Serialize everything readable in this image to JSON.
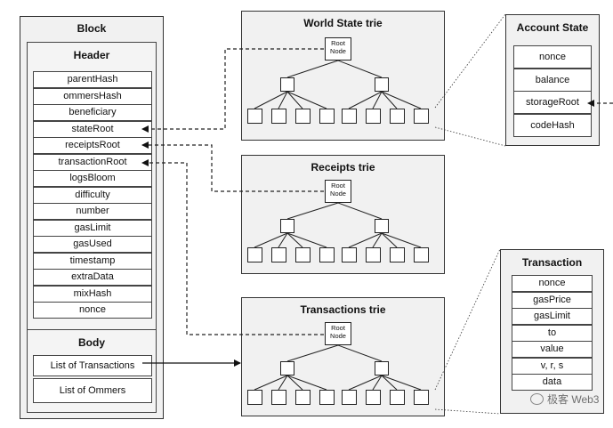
{
  "block": {
    "title": "Block",
    "header": {
      "title": "Header",
      "fields": [
        "parentHash",
        "ommersHash",
        "beneficiary",
        "stateRoot",
        "receiptsRoot",
        "transactionRoot",
        "logsBloom",
        "difficulty",
        "number",
        "gasLimit",
        "gasUsed",
        "timestamp",
        "extraData",
        "mixHash",
        "nonce"
      ]
    },
    "body": {
      "title": "Body",
      "items": [
        "List of Transactions",
        "List of Ommers"
      ]
    }
  },
  "tries": {
    "world_state": {
      "title": "World State trie",
      "root_label": "Root\nNode"
    },
    "receipts": {
      "title": "Receipts trie",
      "root_label": "Root\nNode"
    },
    "transactions": {
      "title": "Transactions trie",
      "root_label": "Root\nNode"
    }
  },
  "account_state": {
    "title": "Account State",
    "fields": [
      "nonce",
      "balance",
      "storageRoot",
      "codeHash"
    ]
  },
  "transaction": {
    "title": "Transaction",
    "fields": [
      "nonce",
      "gasPrice",
      "gasLimit",
      "to",
      "value",
      "v, r, s",
      "data"
    ]
  },
  "watermark": {
    "text": "极客 Web3"
  },
  "colors": {
    "panel_bg": "#f1f1f1",
    "line": "#222222"
  }
}
